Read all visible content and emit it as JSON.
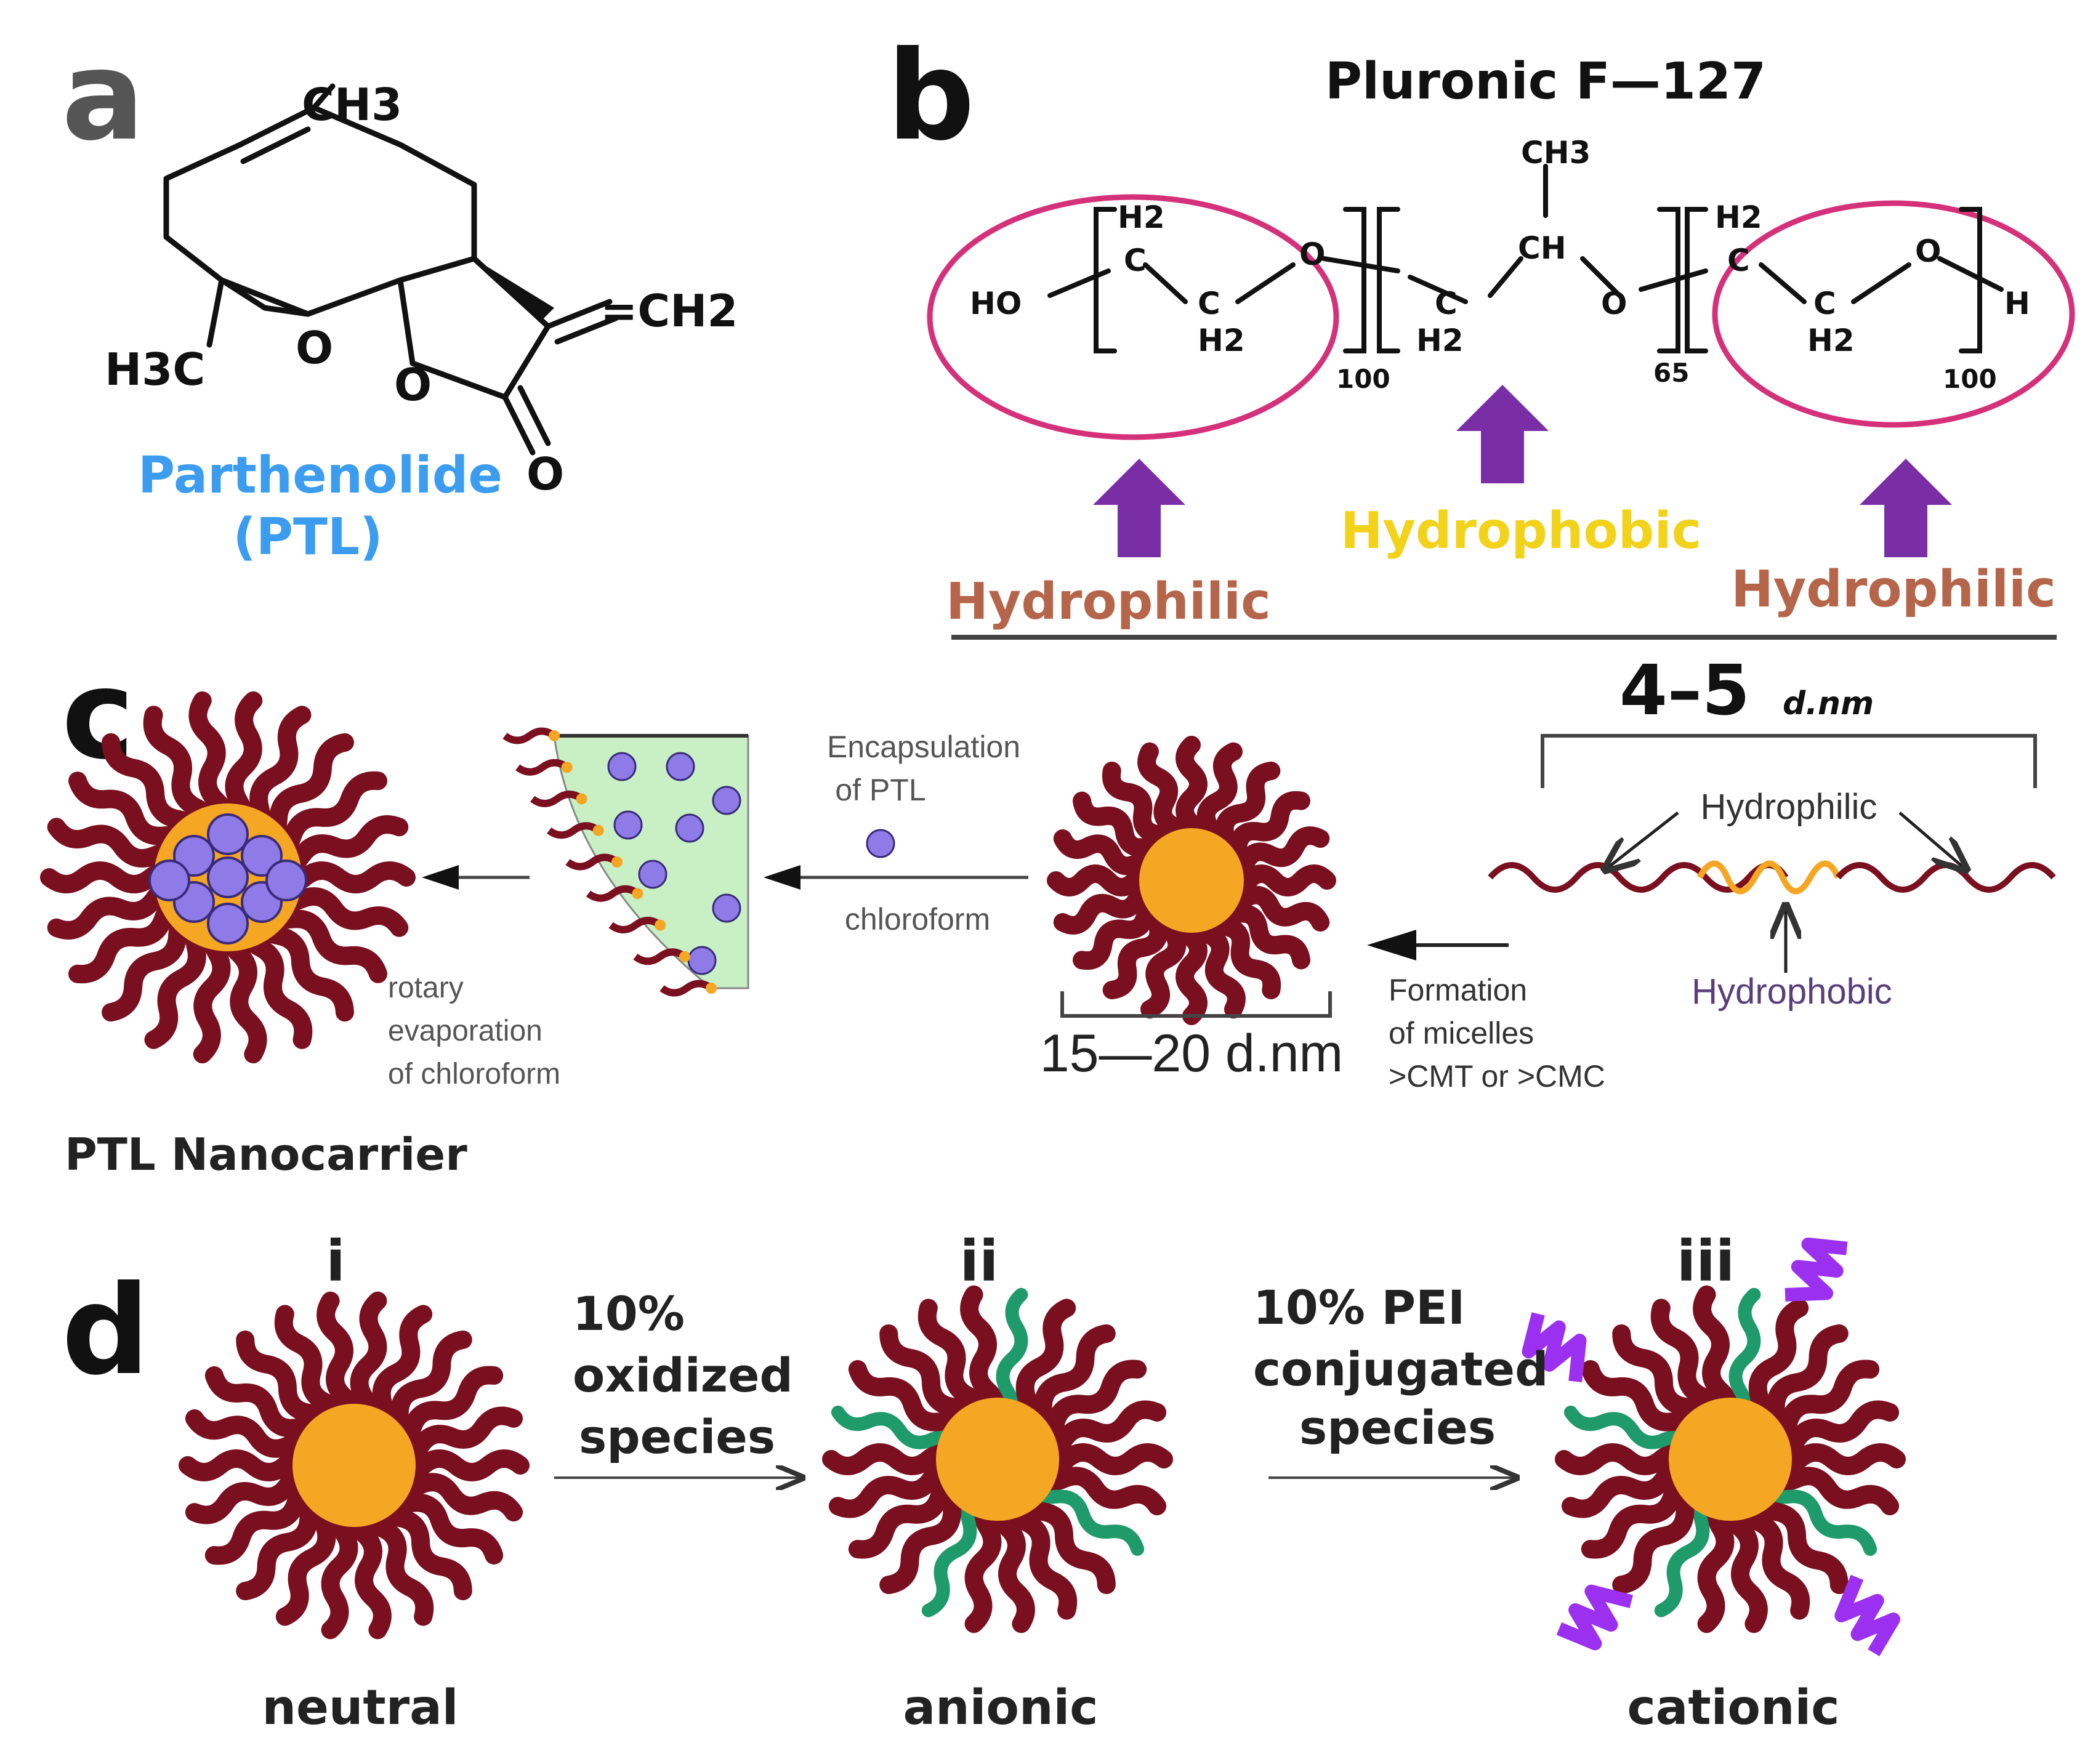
{
  "panels": {
    "a": "a",
    "b": "b",
    "c": "c",
    "d": "d"
  },
  "panel_a": {
    "ch3_top": "CH3",
    "ch2": "=CH2",
    "h3c": "H3C",
    "epoxide_o": "O",
    "ring_o": "O",
    "carbonyl_o": "O",
    "name_line1": "Parthenolide",
    "name_line2": "(PTL)",
    "name_color": "#3b9cf0"
  },
  "panel_b": {
    "title": "Pluronic F—127",
    "ho": "HO",
    "h2_a": "H2",
    "c_a": "C",
    "c_b": "C",
    "h2_b": "H2",
    "o_a": "O",
    "sub_a": "100",
    "c_c": "C",
    "h2_c": "H2",
    "ch3": "CH3",
    "ch": "CH",
    "o_b": "O",
    "sub_b": "65",
    "h2_d": "H2",
    "c_d": "C",
    "c_e": "C",
    "h2_e": "H2",
    "o_c": "O",
    "h_end": "H",
    "sub_c": "100",
    "hydrophilic_left": "Hydrophilic",
    "hydrophobic": "Hydrophobic",
    "hydrophilic_right": "Hydrophilic",
    "hydrophilic_color": "#b5654a",
    "hydrophobic_color": "#f3d21a",
    "arrow_color": "#7a2ea6",
    "ellipse_color": "#d4317a"
  },
  "panel_c": {
    "size_range": "4–5",
    "size_unit": "d.nm",
    "hydrophilic_label": "Hydrophilic",
    "hydrophobic_label": "Hydrophobic",
    "micelle_formation_1": "Formation",
    "micelle_formation_2": "of micelles",
    "micelle_formation_3": ">CMT or >CMC",
    "micelle_size": "15—20 d.nm",
    "encapsulation_1": "Encapsulation",
    "encapsulation_2": "of PTL",
    "solvent": "chloroform",
    "rotary_1": "rotary",
    "rotary_2": "evaporation",
    "rotary_3": "of chloroform",
    "caption": "PTL Nanocarrier",
    "chain_color": "#7a0f1f",
    "core_color": "#f5a623",
    "drug_color": "#8f7be8"
  },
  "panel_d": {
    "label_i": "i",
    "label_ii": "ii",
    "label_iii": "iii",
    "step1_line1": "10%",
    "step1_line2": "oxidized",
    "step1_line3": "species",
    "step2_line1": "10% PEI",
    "step2_line2": "conjugated",
    "step2_line3": "species",
    "state_i": "neutral",
    "state_ii": "anionic",
    "state_iii": "cationic",
    "oxidized_color": "#1f9a6a",
    "pei_color": "#9b30f0"
  }
}
